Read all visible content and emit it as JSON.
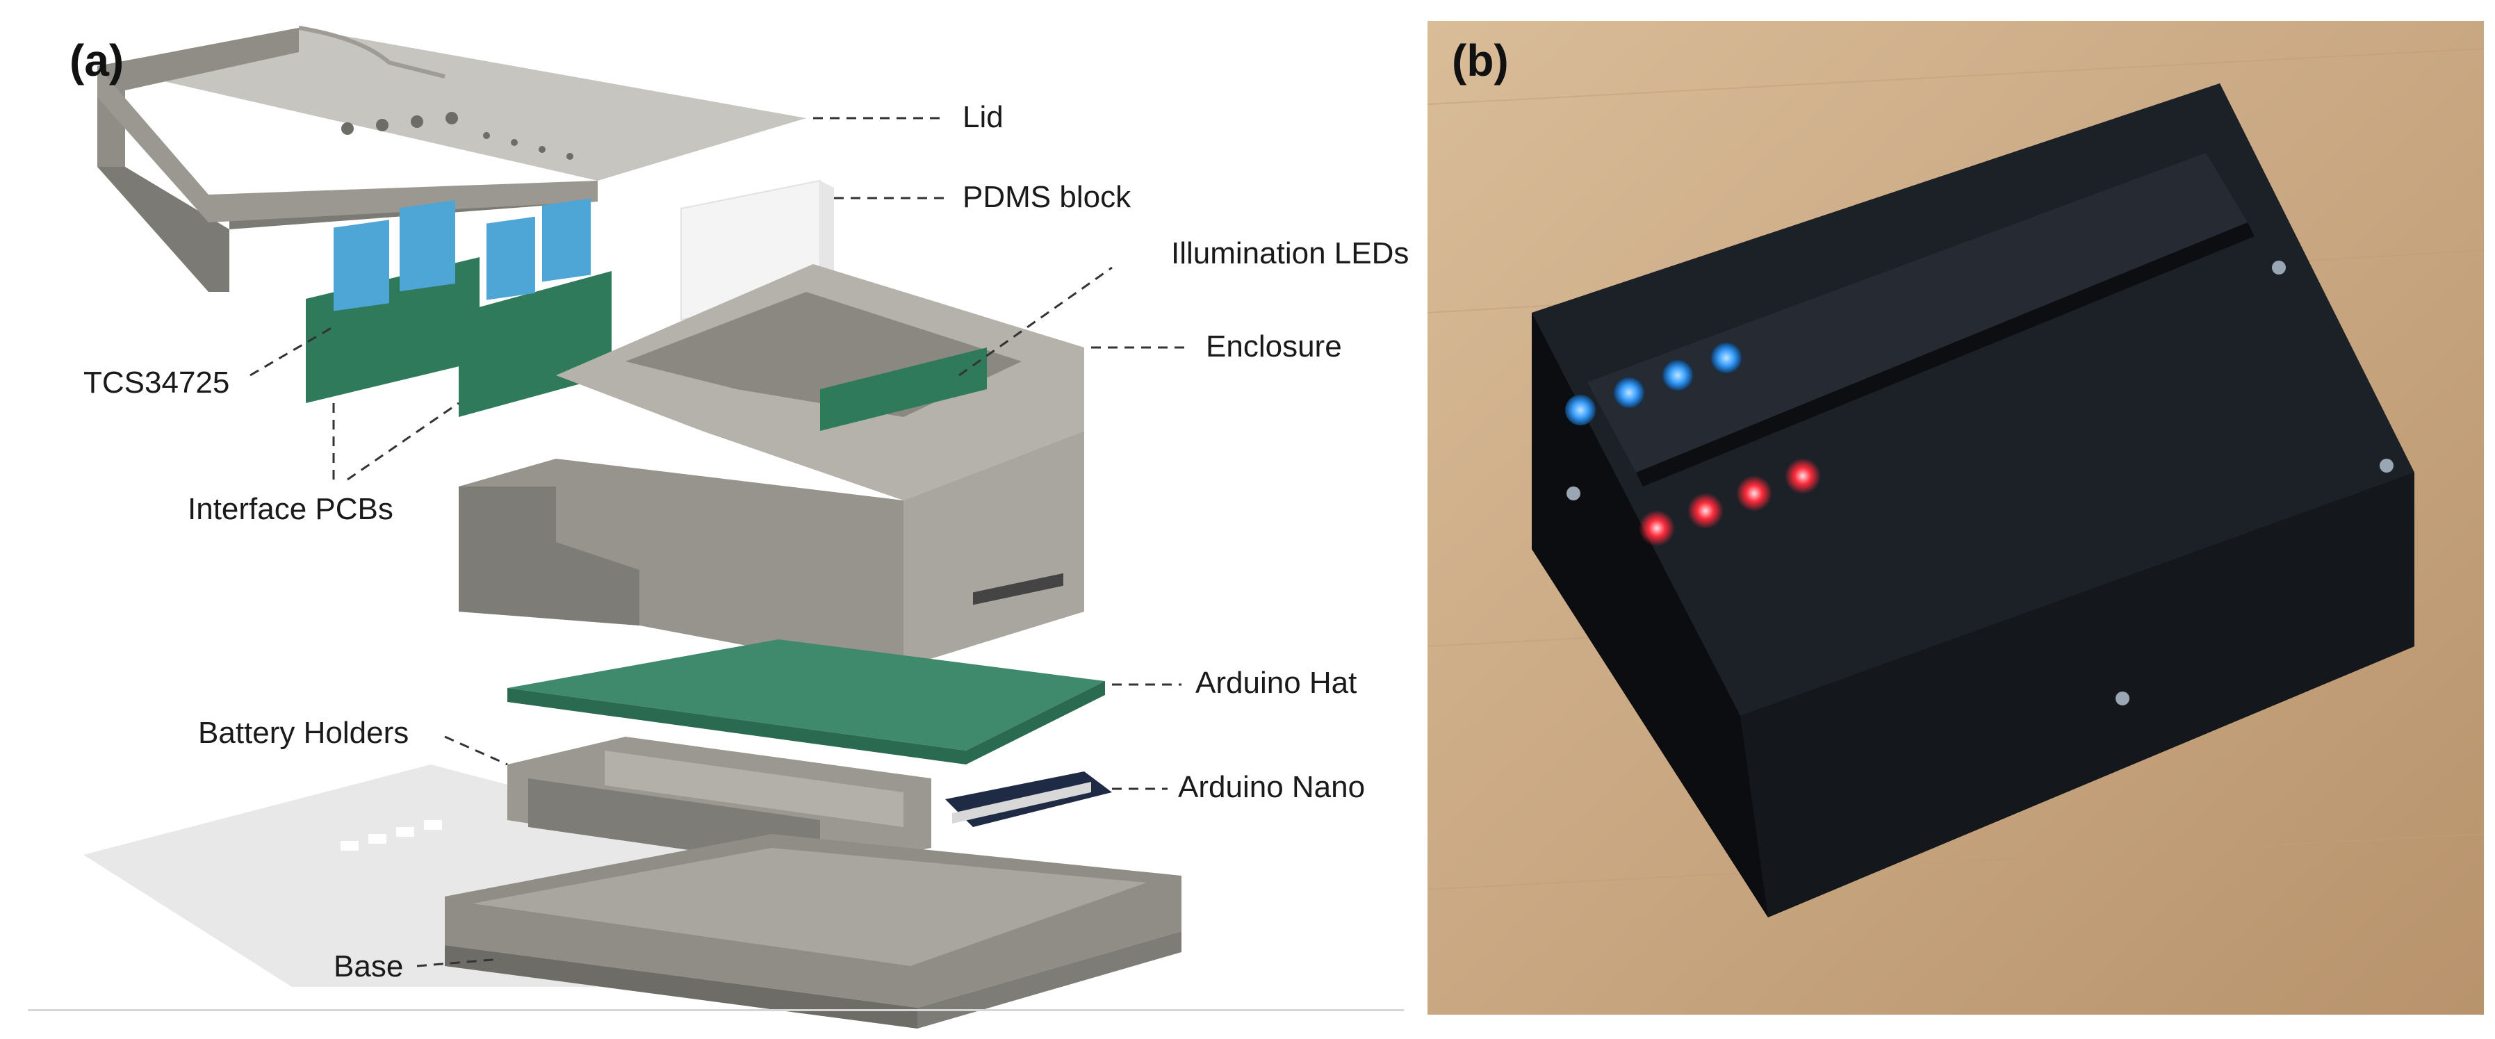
{
  "panel_a": {
    "label": "(a)",
    "callouts": {
      "lid": "Lid",
      "pdms_block": "PDMS block",
      "illumination_leds": "Illumination LEDs",
      "enclosure": "Enclosure",
      "tcs34725": "TCS34725",
      "interface_pcbs": "Interface PCBs",
      "arduino_hat": "Arduino Hat",
      "battery_holders": "Battery Holders",
      "arduino_nano": "Arduino Nano",
      "base": "Base"
    }
  },
  "panel_b": {
    "label": "(b)"
  },
  "colors": {
    "part_grey": "#8a8880",
    "part_grey_light": "#a6a49c",
    "part_grey_dark": "#6e6c66",
    "pcb_green": "#2f7a5a",
    "sensor_blue": "#4ea6d6",
    "pdms_white": "#f4f4f4",
    "device_black": "#15181d",
    "table_wood": "#c9a884",
    "led_blue": "#3aa0ff",
    "led_red": "#ff2a3a"
  }
}
